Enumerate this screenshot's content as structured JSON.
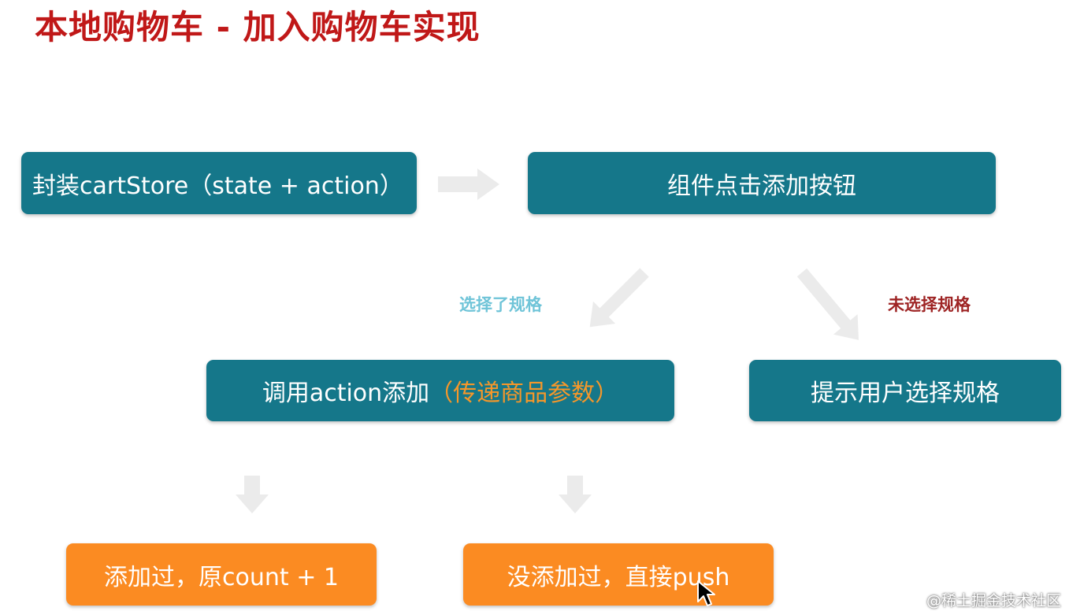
{
  "title": "本地购物车 - 加入购物车实现",
  "nodes": {
    "encapsulate_store": "封装cartStore（state + action）",
    "component_click": "组件点击添加按钮",
    "call_action_main": "调用action添加",
    "call_action_param": "（传递商品参数）",
    "prompt_user": "提示用户选择规格",
    "added_before": "添加过，原count + 1",
    "not_added": "没添加过，直接push"
  },
  "edges": {
    "selected_spec": "选择了规格",
    "not_selected_spec": "未选择规格"
  },
  "colors": {
    "title": "#c01818",
    "teal_box": "#15778a",
    "orange_box": "#fb8b22",
    "selected_label": "#6fc4d8",
    "not_selected_label": "#9e2424",
    "arrow": "#ebebeb"
  },
  "watermark": "@稀土掘金技术社区",
  "cursor_icon": "mouse-pointer-icon"
}
